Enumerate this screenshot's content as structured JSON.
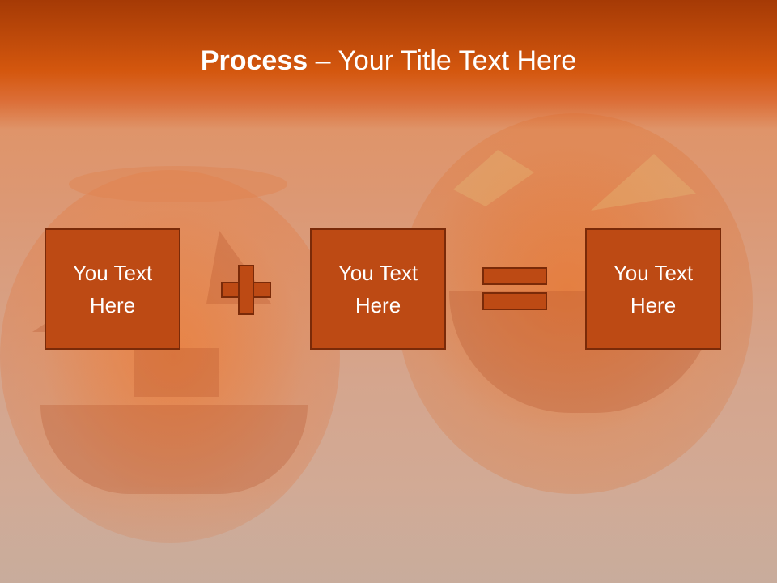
{
  "slide": {
    "title_bold": "Process",
    "title_rest": " – Your Title Text Here"
  },
  "process": {
    "boxes": [
      {
        "text": "You Text\nHere"
      },
      {
        "text": "You Text\nHere"
      },
      {
        "text": "You Text\nHere"
      }
    ],
    "operators": [
      "plus-icon",
      "equals-icon"
    ]
  },
  "colors": {
    "title_bar": "#c9500c",
    "box_fill": "#bd4a14",
    "box_border": "#7a2a08",
    "text": "#ffffff"
  }
}
